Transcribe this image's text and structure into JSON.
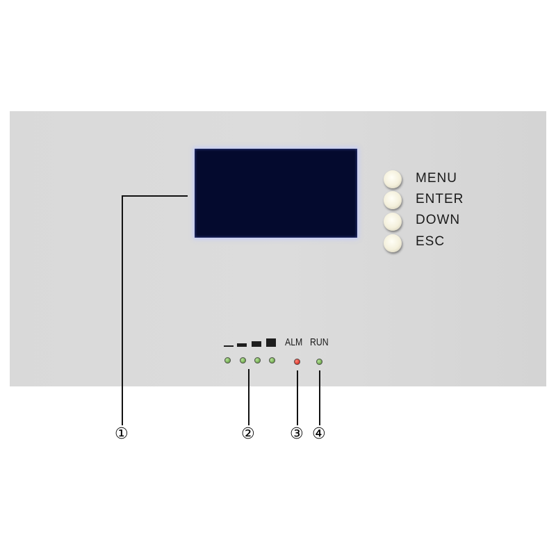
{
  "buttons": [
    {
      "label": "MENU"
    },
    {
      "label": "ENTER"
    },
    {
      "label": "DOWN"
    },
    {
      "label": "ESC"
    }
  ],
  "indicators": {
    "alm_label": "ALM",
    "run_label": "RUN",
    "signal_leds": 4,
    "alm_color": "#d22018",
    "run_color": "#5f9a3c"
  },
  "callouts": [
    "①",
    "②",
    "③",
    "④"
  ]
}
